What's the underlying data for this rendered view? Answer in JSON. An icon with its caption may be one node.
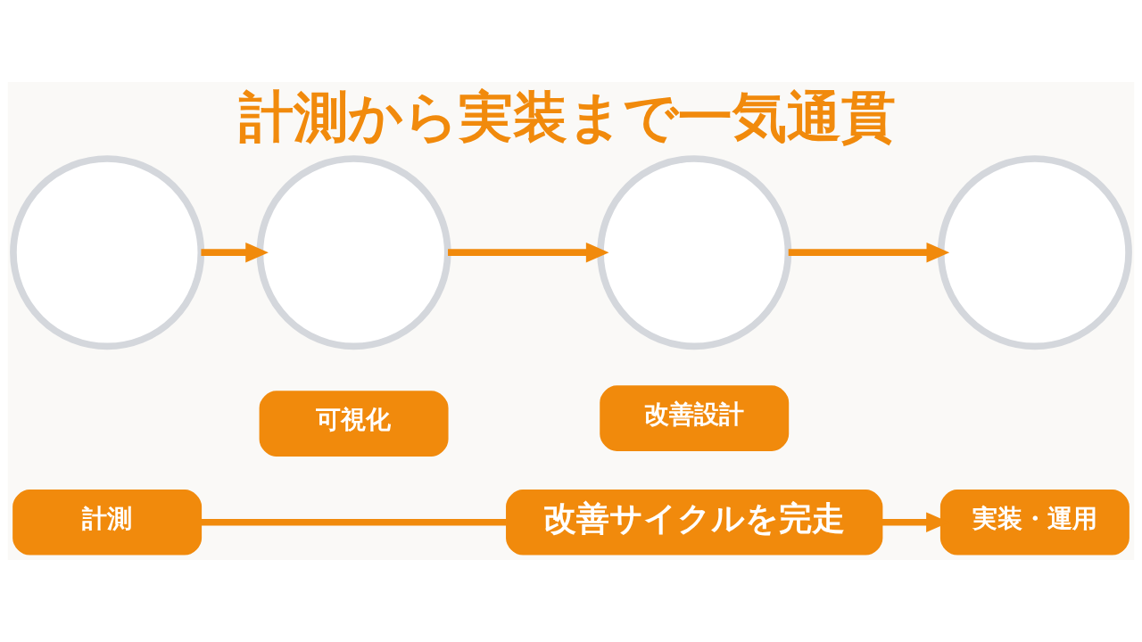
{
  "diagram": {
    "title": "計測から実装まで一気通貫",
    "nodes": [
      {
        "text": [],
        "shape": "circle"
      },
      {
        "text": [],
        "shape": "circle"
      },
      {
        "text": [],
        "shape": "circle"
      },
      {
        "text": [],
        "shape": "circle"
      },
      {
        "text": [
          "計測"
        ]
      },
      {
        "text": [
          "可視化"
        ]
      },
      {
        "text": [
          "改善設計"
        ]
      },
      {
        "text": [
          "実装・運用"
        ]
      },
      {
        "text": [
          "改善サイクルを完走"
        ]
      }
    ],
    "edges": [
      {
        "from": 0,
        "to": 1,
        "arrow": "to"
      },
      {
        "from": 1,
        "to": 2,
        "arrow": "to"
      },
      {
        "from": 2,
        "to": 3,
        "arrow": "to"
      },
      {
        "from": 4,
        "to": 8,
        "arrow": "none"
      },
      {
        "from": 8,
        "to": 7,
        "arrow": "to"
      }
    ]
  }
}
